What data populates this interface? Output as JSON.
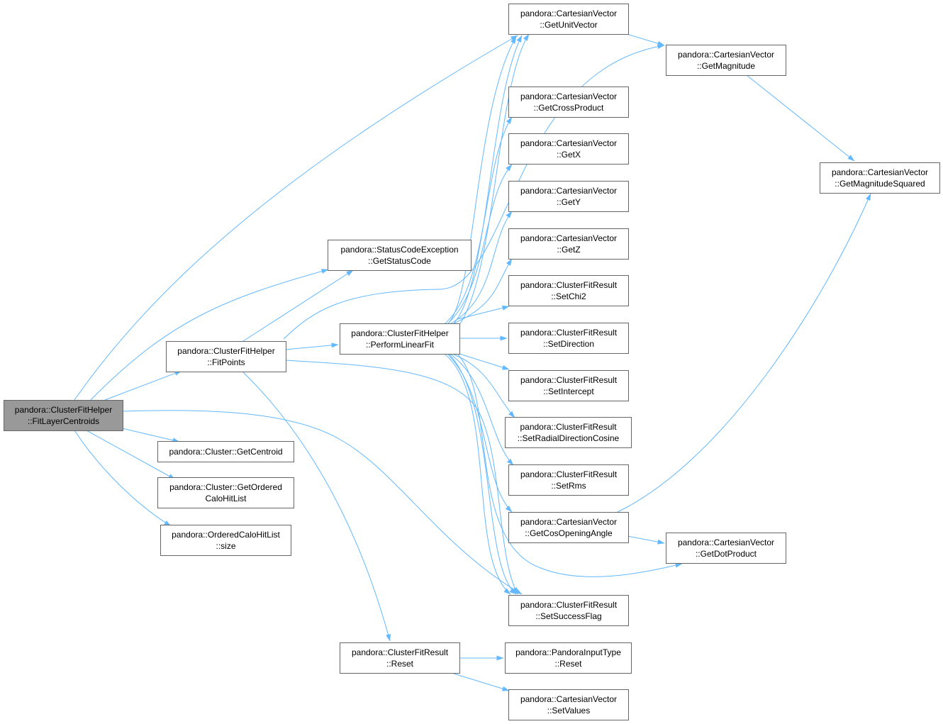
{
  "graph": {
    "nodes": [
      {
        "id": "fit_layer_centroids",
        "line1": "pandora::ClusterFitHelper",
        "line2": "::FitLayerCentroids",
        "root": true
      },
      {
        "id": "fit_points",
        "line1": "pandora::ClusterFitHelper",
        "line2": "::FitPoints"
      },
      {
        "id": "get_centroid",
        "line1": "pandora::Cluster::GetCentroid",
        "line2": ""
      },
      {
        "id": "get_ordered_calo_hit_list",
        "line1": "pandora::Cluster::GetOrdered",
        "line2": "CaloHitList"
      },
      {
        "id": "ordered_calo_hit_list_size",
        "line1": "pandora::OrderedCaloHitList",
        "line2": "::size"
      },
      {
        "id": "get_status_code",
        "line1": "pandora::StatusCodeException",
        "line2": "::GetStatusCode"
      },
      {
        "id": "perform_linear_fit",
        "line1": "pandora::ClusterFitHelper",
        "line2": "::PerformLinearFit"
      },
      {
        "id": "cluster_fit_result_reset",
        "line1": "pandora::ClusterFitResult",
        "line2": "::Reset"
      },
      {
        "id": "get_unit_vector",
        "line1": "pandora::CartesianVector",
        "line2": "::GetUnitVector"
      },
      {
        "id": "get_cross_product",
        "line1": "pandora::CartesianVector",
        "line2": "::GetCrossProduct"
      },
      {
        "id": "get_x",
        "line1": "pandora::CartesianVector",
        "line2": "::GetX"
      },
      {
        "id": "get_y",
        "line1": "pandora::CartesianVector",
        "line2": "::GetY"
      },
      {
        "id": "get_z",
        "line1": "pandora::CartesianVector",
        "line2": "::GetZ"
      },
      {
        "id": "set_chi2",
        "line1": "pandora::ClusterFitResult",
        "line2": "::SetChi2"
      },
      {
        "id": "set_direction",
        "line1": "pandora::ClusterFitResult",
        "line2": "::SetDirection"
      },
      {
        "id": "set_intercept",
        "line1": "pandora::ClusterFitResult",
        "line2": "::SetIntercept"
      },
      {
        "id": "set_radial_direction_cosine",
        "line1": "pandora::ClusterFitResult",
        "line2": "::SetRadialDirectionCosine"
      },
      {
        "id": "set_rms",
        "line1": "pandora::ClusterFitResult",
        "line2": "::SetRms"
      },
      {
        "id": "get_cos_opening_angle",
        "line1": "pandora::CartesianVector",
        "line2": "::GetCosOpeningAngle"
      },
      {
        "id": "set_success_flag",
        "line1": "pandora::ClusterFitResult",
        "line2": "::SetSuccessFlag"
      },
      {
        "id": "pandora_input_type_reset",
        "line1": "pandora::PandoraInputType",
        "line2": "::Reset"
      },
      {
        "id": "set_values",
        "line1": "pandora::CartesianVector",
        "line2": "::SetValues"
      },
      {
        "id": "get_magnitude",
        "line1": "pandora::CartesianVector",
        "line2": "::GetMagnitude"
      },
      {
        "id": "get_dot_product",
        "line1": "pandora::CartesianVector",
        "line2": "::GetDotProduct"
      },
      {
        "id": "get_magnitude_squared",
        "line1": "pandora::CartesianVector",
        "line2": "::GetMagnitudeSquared"
      }
    ]
  },
  "colors": {
    "edge": "#63b8ff",
    "node_border": "#666666",
    "node_fill": "#ffffff",
    "root_fill": "#999999",
    "text": "#000000"
  }
}
